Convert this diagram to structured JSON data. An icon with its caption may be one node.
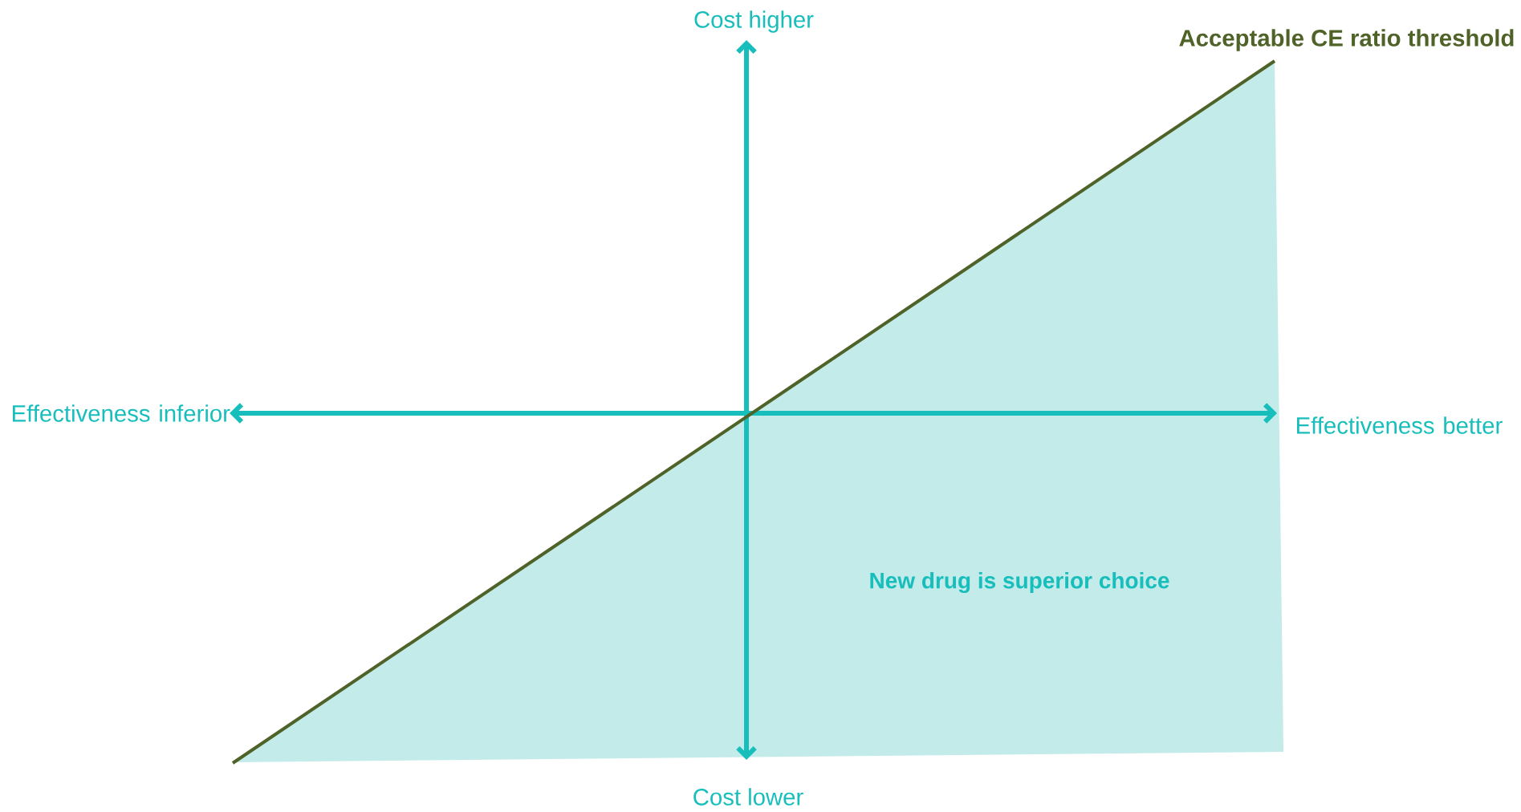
{
  "diagram": {
    "nodes": [
      {
        "text": [
          "New drug is superior choice"
        ]
      }
    ],
    "labels": [
      "Cost higher",
      "Acceptable CE ratio threshold",
      "Effectiveness inferior",
      "Effectiveness better",
      "Cost lower"
    ]
  }
}
